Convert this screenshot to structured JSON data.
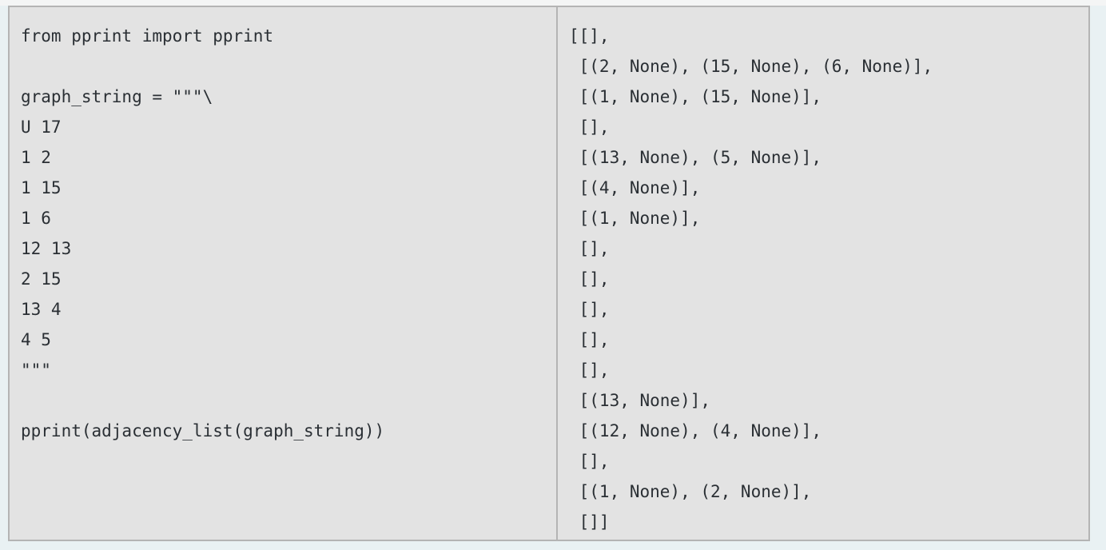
{
  "colors": {
    "page_background": "#e9f1f3",
    "panel_background": "#e3e3e3",
    "border": "#b4b4b4",
    "text": "#2a2f34",
    "top_strip": "#f4f5f5"
  },
  "source_pane": {
    "language": "python",
    "lines": [
      "from pprint import pprint",
      "",
      "graph_string = \"\"\"\\",
      "U 17",
      "1 2",
      "1 15",
      "1 6",
      "12 13",
      "2 15",
      "13 4",
      "4 5",
      "\"\"\"",
      "",
      "pprint(adjacency_list(graph_string))"
    ]
  },
  "output_pane": {
    "lines": [
      "[[],",
      " [(2, None), (15, None), (6, None)],",
      " [(1, None), (15, None)],",
      " [],",
      " [(13, None), (5, None)],",
      " [(4, None)],",
      " [(1, None)],",
      " [],",
      " [],",
      " [],",
      " [],",
      " [],",
      " [(13, None)],",
      " [(12, None), (4, None)],",
      " [],",
      " [(1, None), (2, None)],",
      " []]"
    ]
  }
}
